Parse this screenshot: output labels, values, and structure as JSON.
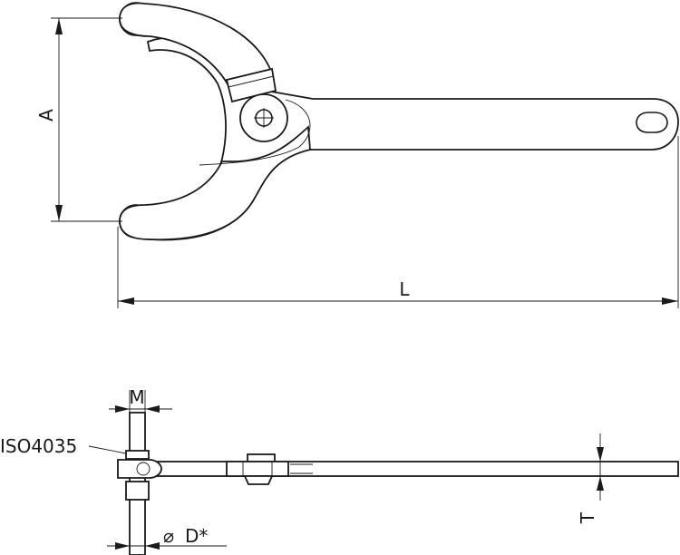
{
  "dimensions": {
    "A": "A",
    "L": "L",
    "M": "M",
    "D": "D*",
    "T": "T",
    "standard": "ISO4035"
  },
  "symbols": {
    "diameter": "⌀"
  }
}
